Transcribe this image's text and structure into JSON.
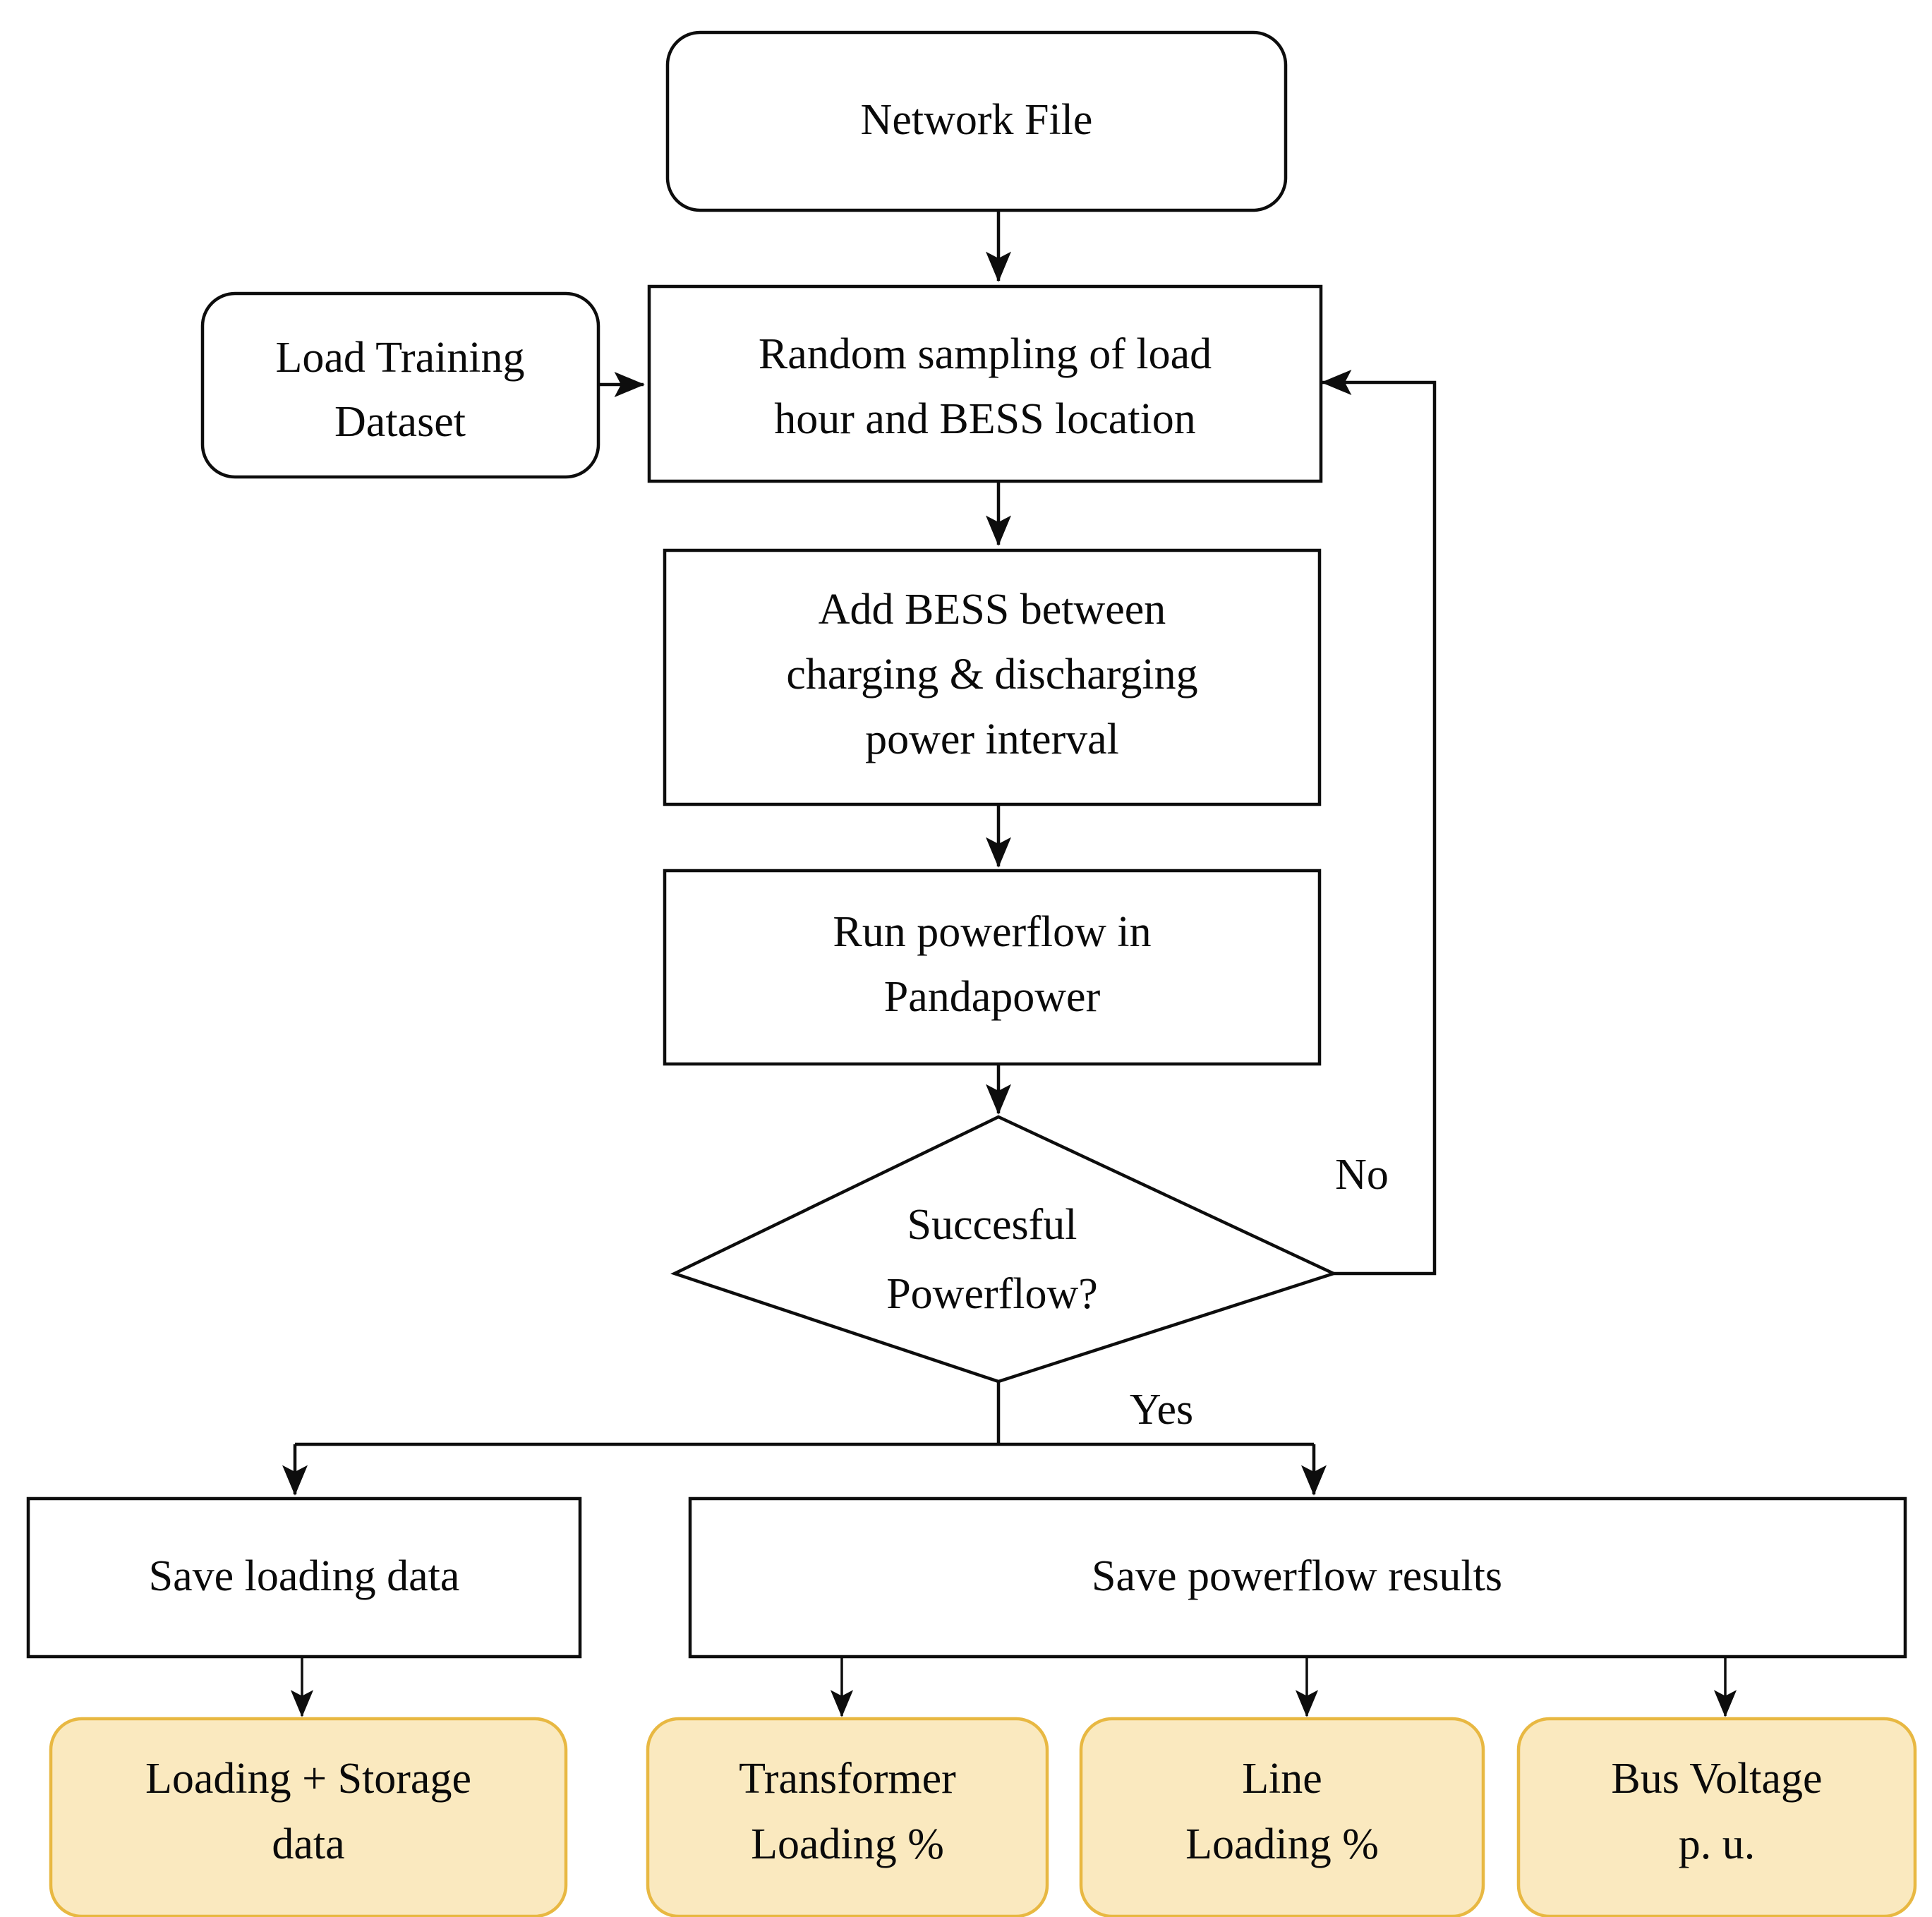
{
  "diagram": {
    "title": "BESS powerflow dataset generation flowchart",
    "type": "flowchart",
    "background_color": "#ffffff",
    "line_color": "#0d0d0d",
    "accent_fill": "#fae9bf",
    "accent_stroke": "#e8b842"
  },
  "nodes": {
    "network_file": {
      "label": "Network File",
      "shape": "rounded-rectangle"
    },
    "load_training_dataset": {
      "line1": "Load Training",
      "line2": "Dataset",
      "shape": "rounded-rectangle"
    },
    "random_sampling": {
      "line1": "Random sampling of load",
      "line2": "hour and BESS location",
      "shape": "rectangle"
    },
    "add_bess": {
      "line1": "Add BESS between",
      "line2": "charging & discharging",
      "line3": "power interval",
      "shape": "rectangle"
    },
    "run_powerflow": {
      "line1": "Run powerflow in",
      "line2": "Pandapower",
      "shape": "rectangle"
    },
    "decision": {
      "line1": "Succesful",
      "line2": "Powerflow?",
      "shape": "diamond"
    },
    "save_loading_data": {
      "label": "Save loading data",
      "shape": "rectangle"
    },
    "save_powerflow_results": {
      "label": "Save powerflow results",
      "shape": "rectangle"
    },
    "loading_storage_data": {
      "line1": "Loading + Storage",
      "line2": "data",
      "shape": "rounded-rectangle"
    },
    "transformer_loading": {
      "line1": "Transformer",
      "line2": "Loading %",
      "shape": "rounded-rectangle"
    },
    "line_loading": {
      "line1": "Line",
      "line2": "Loading %",
      "shape": "rounded-rectangle"
    },
    "bus_voltage": {
      "line1": "Bus Voltage",
      "line2": "p. u.",
      "shape": "rounded-rectangle"
    }
  },
  "edge_labels": {
    "no": "No",
    "yes": "Yes"
  }
}
